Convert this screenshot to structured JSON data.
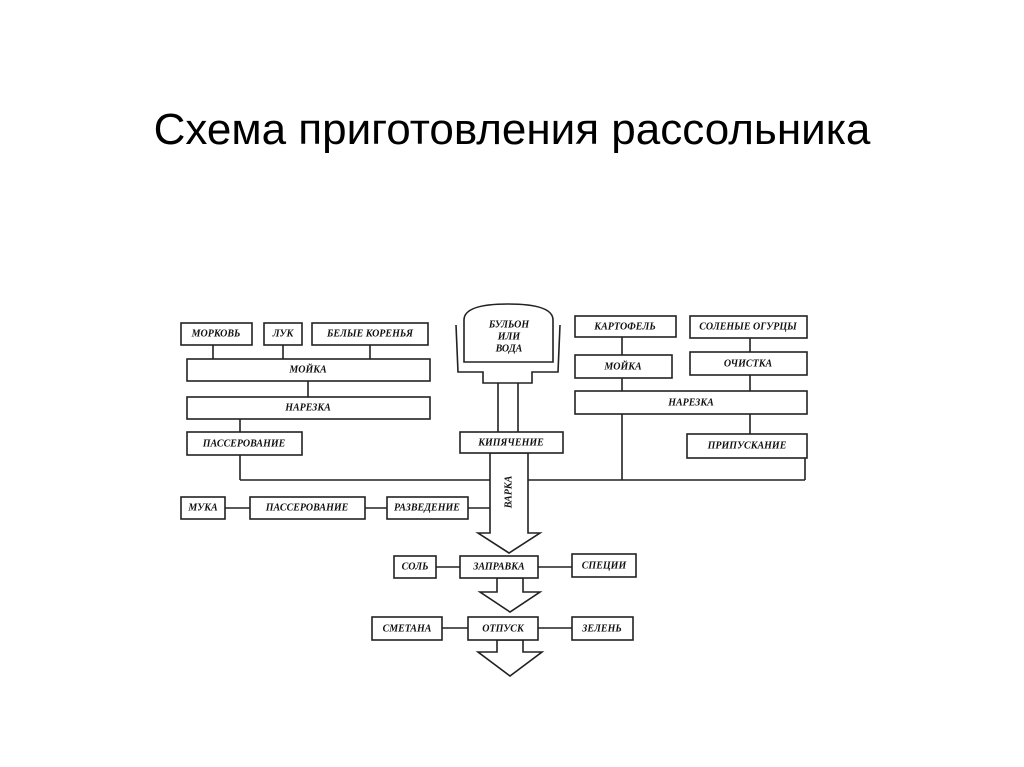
{
  "title": "Схема приготовления рассольника",
  "diagram": {
    "nodes": {
      "morkov": "МОРКОВЬ",
      "luk": "ЛУК",
      "belye_korenya": "БЕЛЫЕ КОРЕНЬЯ",
      "moika_left": "МОЙКА",
      "narezka_left": "НАРЕЗКА",
      "passerovanie_left": "ПАССЕРОВАНИЕ",
      "muka": "МУКА",
      "passerovanie_muka": "ПАССЕРОВАНИЕ",
      "razvedenie": "РАЗВЕДЕНИЕ",
      "bulon_1": "БУЛЬОН",
      "bulon_2": "ИЛИ",
      "bulon_3": "ВОДА",
      "kipyachenie": "КИПЯЧЕНИЕ",
      "varka": "ВАРКА",
      "kartofel": "КАРТОФЕЛЬ",
      "solenye_ogurcy": "СОЛЕНЫЕ ОГУРЦЫ",
      "moika_right": "МОЙКА",
      "ochistka": "ОЧИСТКА",
      "narezka_right": "НАРЕЗКА",
      "pripuskanie": "ПРИПУСКАНИЕ",
      "sol": "СОЛЬ",
      "zapravka": "ЗАПРАВКА",
      "specii": "СПЕЦИИ",
      "smetana": "СМЕТАНА",
      "otpusk": "ОТПУСК",
      "zelen": "ЗЕЛЕНЬ"
    }
  }
}
